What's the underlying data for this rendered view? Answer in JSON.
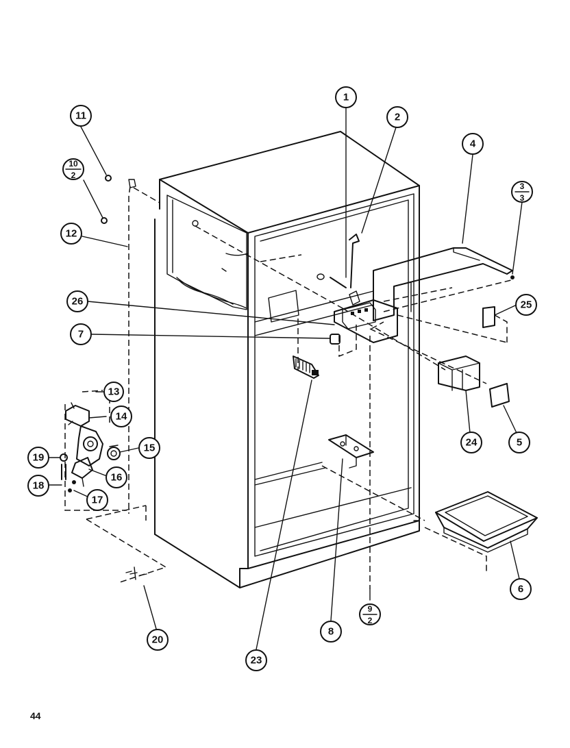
{
  "page_number": "44",
  "callouts": {
    "c1": "1",
    "c2": "2",
    "c3_top": "3",
    "c3_bottom": "3",
    "c4": "4",
    "c5": "5",
    "c6": "6",
    "c7": "7",
    "c8": "8",
    "c9_top": "9",
    "c9_bottom": "2",
    "c10_top": "10",
    "c10_bottom": "2",
    "c11": "11",
    "c12": "12",
    "c13": "13",
    "c14": "14",
    "c15": "15",
    "c16": "16",
    "c17": "17",
    "c18": "18",
    "c19": "19",
    "c20": "20",
    "c23": "23",
    "c24": "24",
    "c25": "25",
    "c26": "26"
  }
}
